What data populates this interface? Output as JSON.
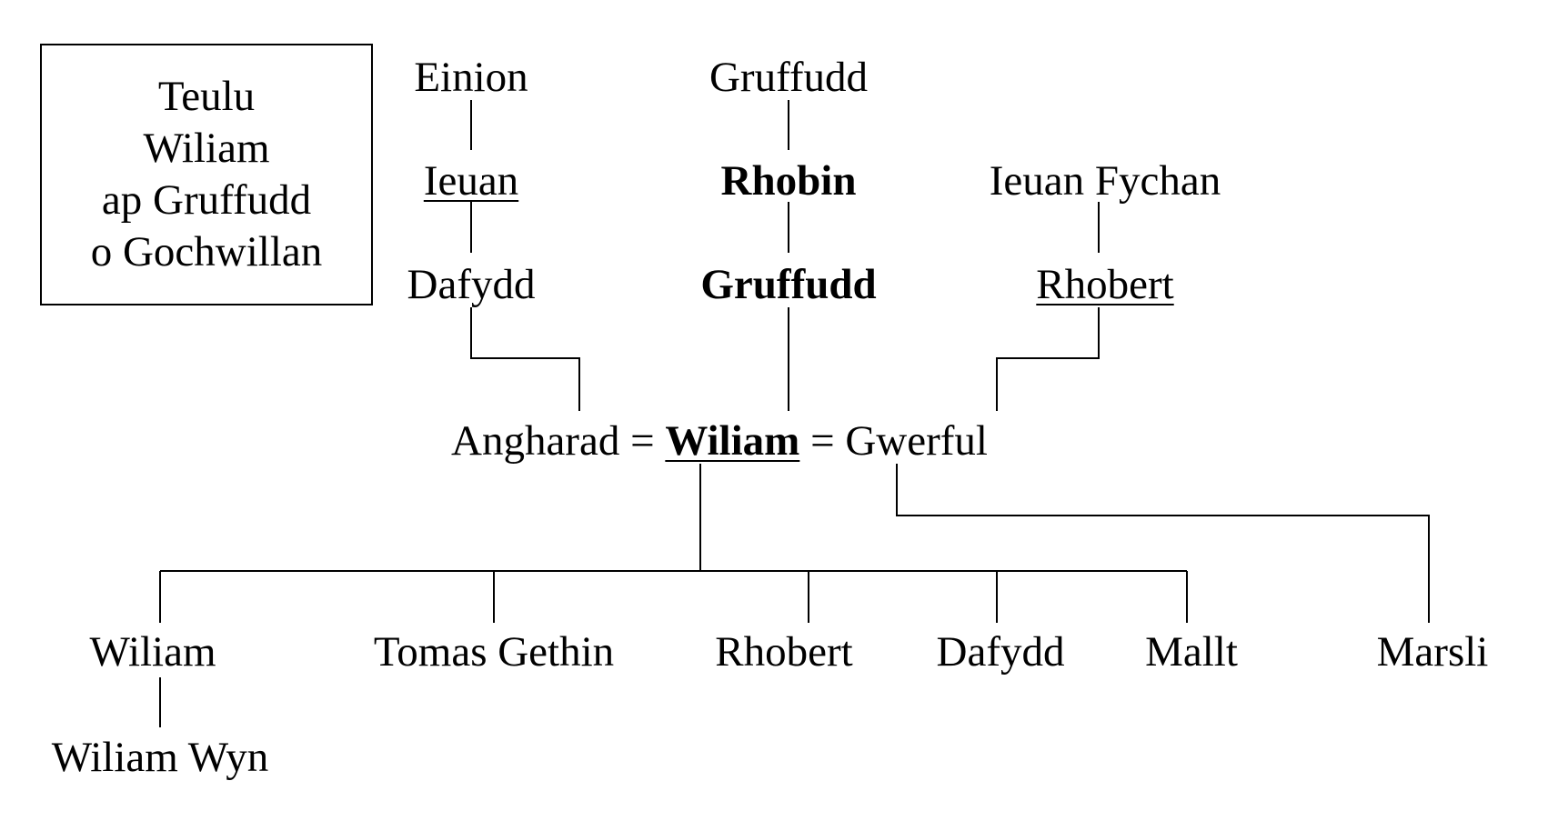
{
  "title_box": {
    "lines": [
      "Teulu",
      "Wiliam",
      "ap Gruffudd",
      "o Gochwillan"
    ]
  },
  "ancestors": {
    "left_line": [
      {
        "name": "Einion",
        "style": "normal"
      },
      {
        "name": "Ieuan",
        "style": "underline"
      },
      {
        "name": "Dafydd",
        "style": "normal"
      }
    ],
    "center_line": [
      {
        "name": "Gruffudd",
        "style": "normal"
      },
      {
        "name": "Rhobin",
        "style": "bold"
      },
      {
        "name": "Gruffudd",
        "style": "bold"
      }
    ],
    "right_line": [
      {
        "name": "Ieuan Fychan",
        "style": "normal"
      },
      {
        "name": "Rhobert",
        "style": "underline"
      }
    ]
  },
  "marriage_row": {
    "first_wife": "Angharad",
    "equals_1": "=",
    "subject": "Wiliam",
    "equals_2": "=",
    "second_wife": "Gwerful"
  },
  "children_first_marriage": [
    "Wiliam",
    "Tomas Gethin",
    "Rhobert",
    "Dafydd",
    "Mallt"
  ],
  "children_second_marriage": [
    "Marsli"
  ],
  "grandchildren": [
    {
      "parent": "Wiliam",
      "name": "Wiliam Wyn"
    }
  ],
  "colors": {
    "line": "#000000",
    "text": "#000000",
    "background": "#ffffff"
  }
}
